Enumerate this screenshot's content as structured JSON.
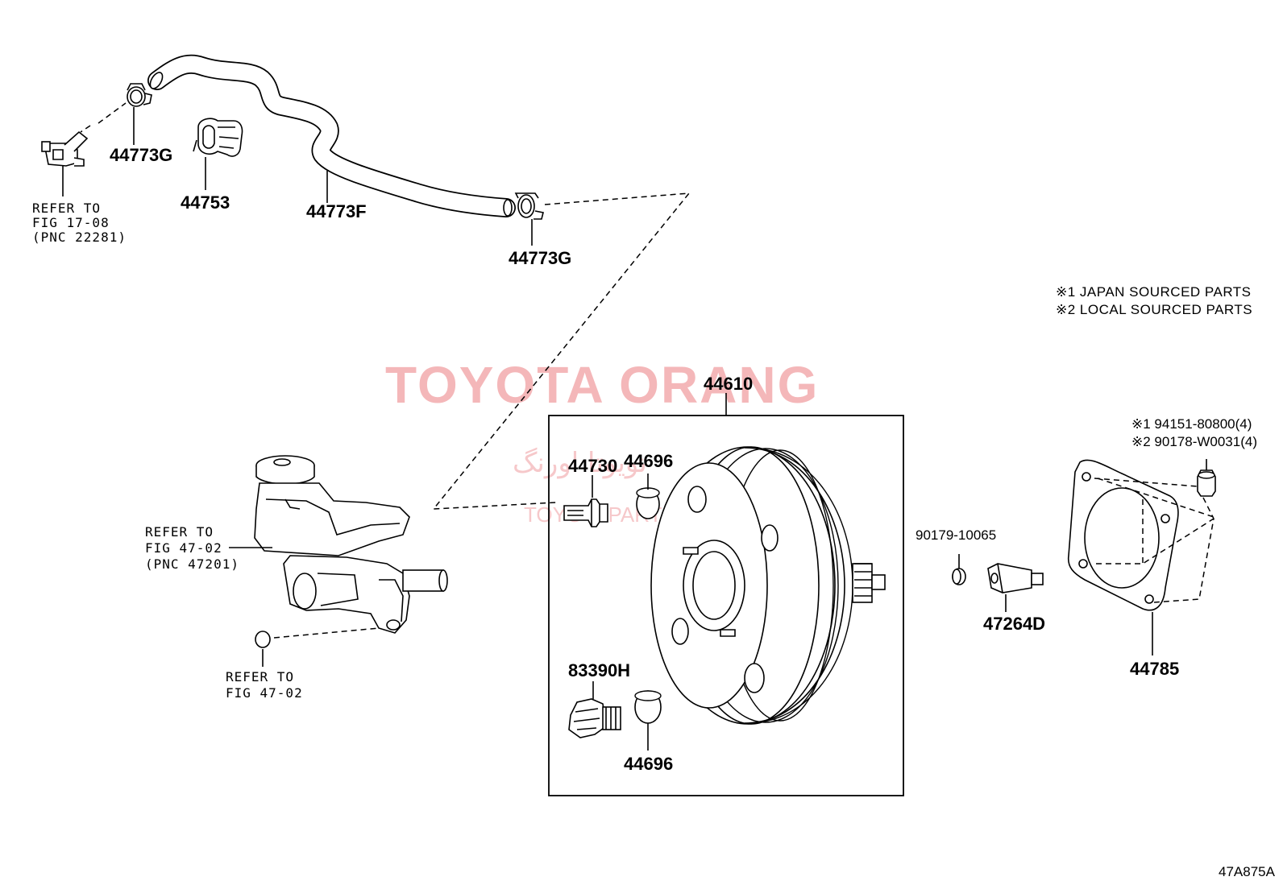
{
  "watermark": {
    "main": "TOYOTA ORANG",
    "persian": "تویوتا اورنگ",
    "url": "TOYOTAPART.IR"
  },
  "notes": [
    "※1 JAPAN SOURCED PARTS",
    "※2 LOCAL SOURCED PARTS"
  ],
  "part_numbers": {
    "clamp_upper_left": "44773G",
    "clip": "44753",
    "vacuum_hose": "44773F",
    "clamp_right": "44773G",
    "brake_booster": "44610",
    "check_valve": "44730",
    "grommet_upper": "44696",
    "sensor": "83390H",
    "grommet_lower": "44696",
    "pin": "90179-10065",
    "clevis": "47264D",
    "gasket": "44785",
    "nut_japan": "※1 94151-80800(4)",
    "nut_local": "※2 90178-W0031(4)"
  },
  "references": {
    "upper_left": [
      "REFER TO",
      "FIG 17-08",
      "(PNC 22281)"
    ],
    "master_cylinder": [
      "REFER TO",
      "FIG 47-02",
      "(PNC 47201)"
    ],
    "lower_seal": [
      "REFER TO",
      "FIG 47-02"
    ]
  },
  "figure_code": "47A875A"
}
